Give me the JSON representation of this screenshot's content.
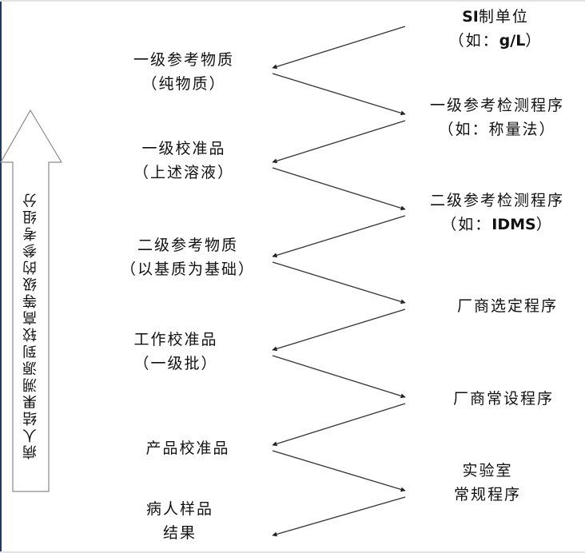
{
  "diagram": {
    "title": "Metrological traceability chain",
    "side_arrow": {
      "label": "病人结果溯源到较高等级的参考组分",
      "direction": "up"
    },
    "left_column": [
      {
        "id": "primary-reference-material",
        "line1": "一级参考物质",
        "line2": "（纯物质）"
      },
      {
        "id": "primary-calibrator",
        "line1": "一级校准品",
        "line2": "（上述溶液）"
      },
      {
        "id": "secondary-reference-material",
        "line1": "二级参考物质",
        "line2": "（以基质为基础）"
      },
      {
        "id": "working-calibrator",
        "line1": "工作校准品",
        "line2": "（一级批）"
      },
      {
        "id": "product-calibrator",
        "line1": "产品校准品",
        "line2": ""
      },
      {
        "id": "patient-sample-result",
        "line1": "病人样品",
        "line2": "结果"
      }
    ],
    "right_column": [
      {
        "id": "si-unit",
        "line1": "SI制单位",
        "line2": "（如：g/L）"
      },
      {
        "id": "primary-reference-procedure",
        "line1": "一级参考检测程序",
        "line2": "（如：称量法）"
      },
      {
        "id": "secondary-reference-procedure",
        "line1": "二级参考检测程序",
        "line2": "（如：IDMS）"
      },
      {
        "id": "manufacturer-selected-procedure",
        "line1": "厂商选定程序",
        "line2": ""
      },
      {
        "id": "manufacturer-standing-procedure",
        "line1": "厂商常设程序",
        "line2": ""
      },
      {
        "id": "lab-routine-procedure",
        "line1": "实验室",
        "line2": "常规程序"
      }
    ],
    "edges": [
      {
        "from": "si-unit",
        "to": "primary-reference-material"
      },
      {
        "from": "primary-reference-material",
        "to": "primary-reference-procedure"
      },
      {
        "from": "primary-reference-procedure",
        "to": "primary-calibrator"
      },
      {
        "from": "primary-calibrator",
        "to": "secondary-reference-procedure"
      },
      {
        "from": "secondary-reference-procedure",
        "to": "secondary-reference-material"
      },
      {
        "from": "secondary-reference-material",
        "to": "manufacturer-selected-procedure"
      },
      {
        "from": "manufacturer-selected-procedure",
        "to": "working-calibrator"
      },
      {
        "from": "working-calibrator",
        "to": "manufacturer-standing-procedure"
      },
      {
        "from": "manufacturer-standing-procedure",
        "to": "product-calibrator"
      },
      {
        "from": "product-calibrator",
        "to": "lab-routine-procedure"
      },
      {
        "from": "lab-routine-procedure",
        "to": "patient-sample-result"
      }
    ],
    "colors": {
      "arrow": "#333333",
      "text": "#111111",
      "side_arrow_stroke": "#888888",
      "frame_left": "#1f3b5c",
      "frame_border": "#e2e2e2"
    }
  }
}
